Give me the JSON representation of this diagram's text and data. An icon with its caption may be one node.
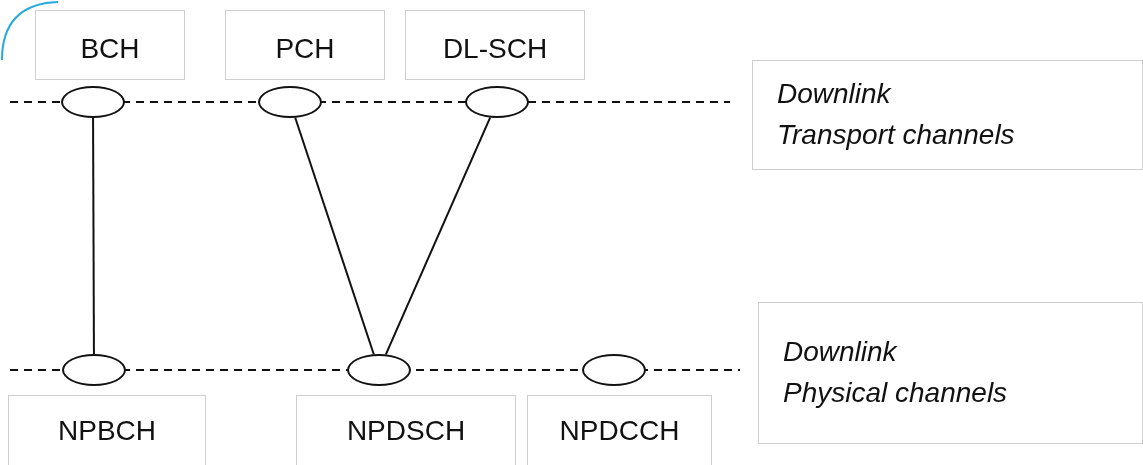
{
  "diagram": {
    "nodes": [
      {
        "text": [
          "BCH"
        ]
      },
      {
        "text": [
          "PCH"
        ]
      },
      {
        "text": [
          "DL-SCH"
        ]
      },
      {
        "text": [
          "Downlink",
          "Transport channels"
        ]
      },
      {
        "text": [],
        "shape": "ellipse"
      },
      {
        "text": [],
        "shape": "ellipse"
      },
      {
        "text": [],
        "shape": "ellipse"
      },
      {
        "text": [
          "Downlink",
          "Physical channels"
        ]
      },
      {
        "text": [],
        "shape": "ellipse"
      },
      {
        "text": [],
        "shape": "ellipse"
      },
      {
        "text": [],
        "shape": "ellipse"
      },
      {
        "text": [
          "NPBCH"
        ]
      },
      {
        "text": [
          "NPDSCH"
        ]
      },
      {
        "text": [
          "NPDCCH"
        ]
      }
    ],
    "edges": [
      {
        "from": 4,
        "to": 8,
        "arrow": "none"
      },
      {
        "from": 5,
        "to": 9,
        "arrow": "none"
      },
      {
        "from": 6,
        "to": 9,
        "arrow": "none"
      }
    ]
  }
}
